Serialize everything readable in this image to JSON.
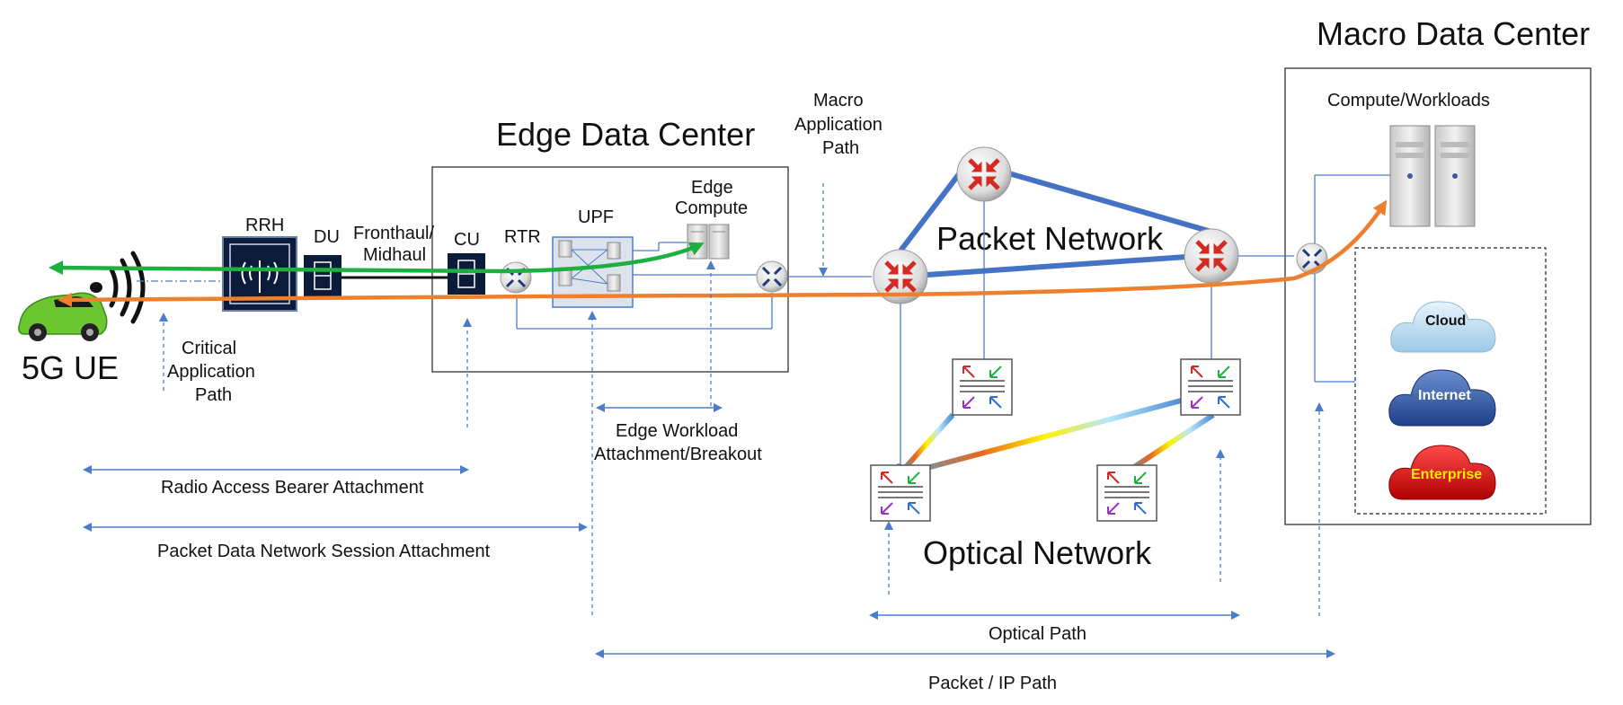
{
  "titles": {
    "edge_dc": "Edge Data Center",
    "macro_dc": "Macro Data Center",
    "packet_network": "Packet Network",
    "optical_network": "Optical Network",
    "ue": "5G UE"
  },
  "nodes": {
    "rrh": "RRH",
    "du": "DU",
    "fronthaul_1": "Fronthaul/",
    "fronthaul_2": "Midhaul",
    "cu": "CU",
    "rtr": "RTR",
    "upf": "UPF",
    "edge_compute_1": "Edge",
    "edge_compute_2": "Compute",
    "compute_workloads": "Compute/Workloads"
  },
  "clouds": {
    "cloud": "Cloud",
    "internet": "Internet",
    "enterprise": "Enterprise"
  },
  "annotations": {
    "critical_1": "Critical",
    "critical_2": "Application",
    "critical_3": "Path",
    "macro_1": "Macro",
    "macro_2": "Application",
    "macro_3": "Path",
    "edge_workload_1": "Edge Workload",
    "edge_workload_2": "Attachment/Breakout"
  },
  "spans": {
    "radio": "Radio Access Bearer Attachment",
    "pdn": "Packet Data Network Session Attachment",
    "optical": "Optical  Path",
    "packet_ip": "Packet / IP Path"
  },
  "colors": {
    "arrow_blue": "#4a7cc9",
    "green_path": "#1db03f",
    "orange_path": "#ee7f2d",
    "router_red": "#d42a22",
    "packet_link": "#4472c4",
    "dark_navy": "#0d1b3a",
    "enterprise_text": "#ffea00"
  }
}
